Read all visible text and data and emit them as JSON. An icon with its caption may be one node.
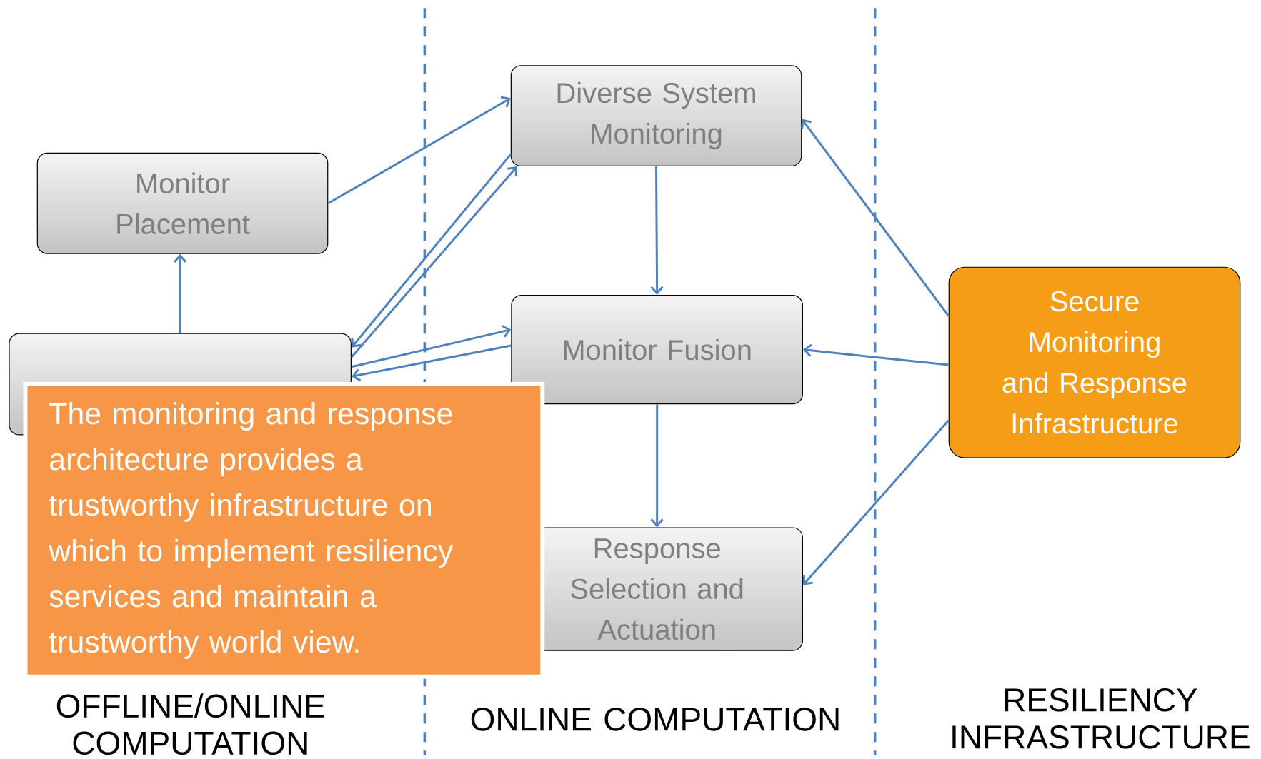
{
  "diagram": {
    "nodes": [
      {
        "text": [
          "Monitor Placement"
        ]
      },
      {
        "text": [],
        "shape": "box"
      },
      {
        "text": [
          "Diverse System Monitoring"
        ]
      },
      {
        "text": [
          "Monitor Fusion"
        ]
      },
      {
        "text": [
          "Response Selection and Actuation"
        ]
      },
      {
        "text": [
          "Secure Monitoring and Response Infrastructure"
        ]
      },
      {
        "text": [
          "The monitoring and response architecture provides a trustworthy infrastructure on which to implement resiliency services and maintain a trustworthy world view."
        ]
      }
    ],
    "edges": [
      {
        "from": 1,
        "to": 0,
        "arrow": "to"
      },
      {
        "from": 0,
        "to": 2,
        "arrow": "to"
      },
      {
        "from": 2,
        "to": 1,
        "arrow": "to"
      },
      {
        "from": 1,
        "to": 2,
        "arrow": "to"
      },
      {
        "from": 1,
        "to": 3,
        "arrow": "to"
      },
      {
        "from": 3,
        "to": 1,
        "arrow": "to"
      },
      {
        "from": 2,
        "to": 3,
        "arrow": "to"
      },
      {
        "from": 3,
        "to": 4,
        "arrow": "to"
      },
      {
        "from": 5,
        "to": 2,
        "arrow": "to"
      },
      {
        "from": 5,
        "to": 3,
        "arrow": "to"
      },
      {
        "from": 5,
        "to": 4,
        "arrow": "to"
      }
    ],
    "labels": [
      "OFFLINE/ONLINE COMPUTATION",
      "ONLINE COMPUTATION",
      "RESILIENCY INFRASTRUCTURE"
    ]
  }
}
